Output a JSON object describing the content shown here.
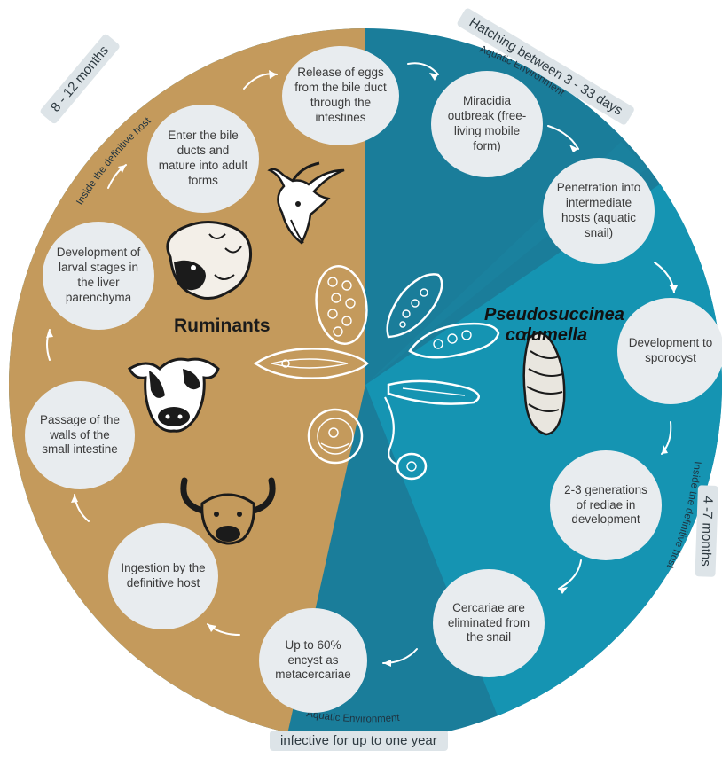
{
  "colors": {
    "ruminant_sector": "#c49a5c",
    "aquatic_sector": "#1a7d9a",
    "snail_sector": "#1594b2",
    "step_fill": "#e8ecef",
    "step_text": "#3b3b3b",
    "pill_fill": "#dde4e8"
  },
  "steps": [
    {
      "id": "release-eggs",
      "text": "Release of eggs from the bile duct through the intestines"
    },
    {
      "id": "miracidia",
      "text": "Miracidia outbreak (free-living mobile form)"
    },
    {
      "id": "penetration",
      "text": "Penetration into intermediate hosts (aquatic snail)"
    },
    {
      "id": "sporocyst",
      "text": "Development to sporocyst"
    },
    {
      "id": "rediae",
      "text": "2-3 generations of rediae in development"
    },
    {
      "id": "cercariae",
      "text": "Cercariae are eliminated from the snail"
    },
    {
      "id": "metacercariae",
      "text": "Up to 60% encyst as metacercariae"
    },
    {
      "id": "ingestion",
      "text": "Ingestion by the definitive host"
    },
    {
      "id": "passage",
      "text": "Passage of the walls of the small intestine"
    },
    {
      "id": "larval",
      "text": "Development of larval stages in the liver parenchyma"
    },
    {
      "id": "bile-ducts",
      "text": "Enter the bile ducts and mature into adult forms"
    }
  ],
  "labels": {
    "ruminants": "Ruminants",
    "snail_species_line1": "Pseudosuccinea",
    "snail_species_line2": "columella"
  },
  "periods": {
    "top_left": "8 - 12 months",
    "top_right": "Hatching between 3 - 33 days",
    "right": "4 -7 months",
    "bottom": "infective for up to one year"
  },
  "curved_labels": {
    "inside_host_left": "Inside the definitive host",
    "aquatic_top": "Aquatic Environment",
    "inside_host_right": "Inside the definitive host",
    "aquatic_bottom": "Aquatic Environment"
  },
  "icons": [
    "goat-icon",
    "sheep-icon",
    "cow-icon",
    "buffalo-icon",
    "snail-icon",
    "fluke-egg-icon",
    "adult-fluke-icon",
    "miracidium-icon",
    "sporocyst-icon",
    "redia-icon",
    "cercaria-icon",
    "metacercaria-icon"
  ]
}
